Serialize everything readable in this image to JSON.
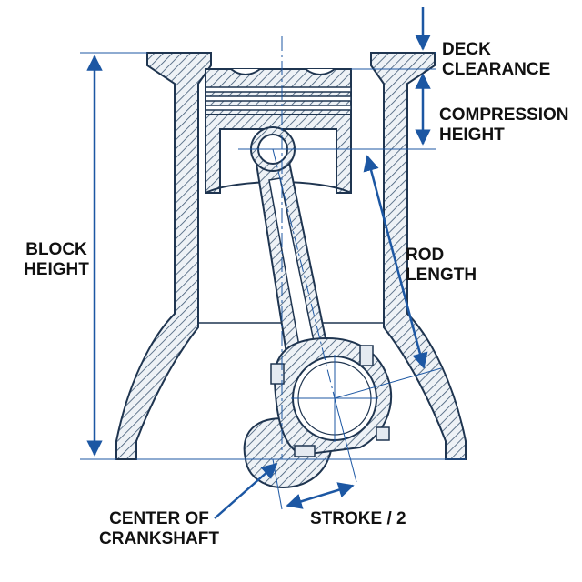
{
  "colors": {
    "outline": "#1f3550",
    "hatch": "#3c5672",
    "dimension": "#1c57a3",
    "centerline": "#7ea0c8",
    "text": "#111111"
  },
  "labels": {
    "deck_clearance": [
      "DECK",
      "CLEARANCE"
    ],
    "compression_height": [
      "COMPRESSION",
      "HEIGHT"
    ],
    "block_height": [
      "BLOCK",
      "HEIGHT"
    ],
    "rod_length": [
      "ROD",
      "LENGTH"
    ],
    "center_of_crankshaft": [
      "CENTER OF",
      "CRANKSHAFT"
    ],
    "stroke_half": "STROKE / 2"
  }
}
